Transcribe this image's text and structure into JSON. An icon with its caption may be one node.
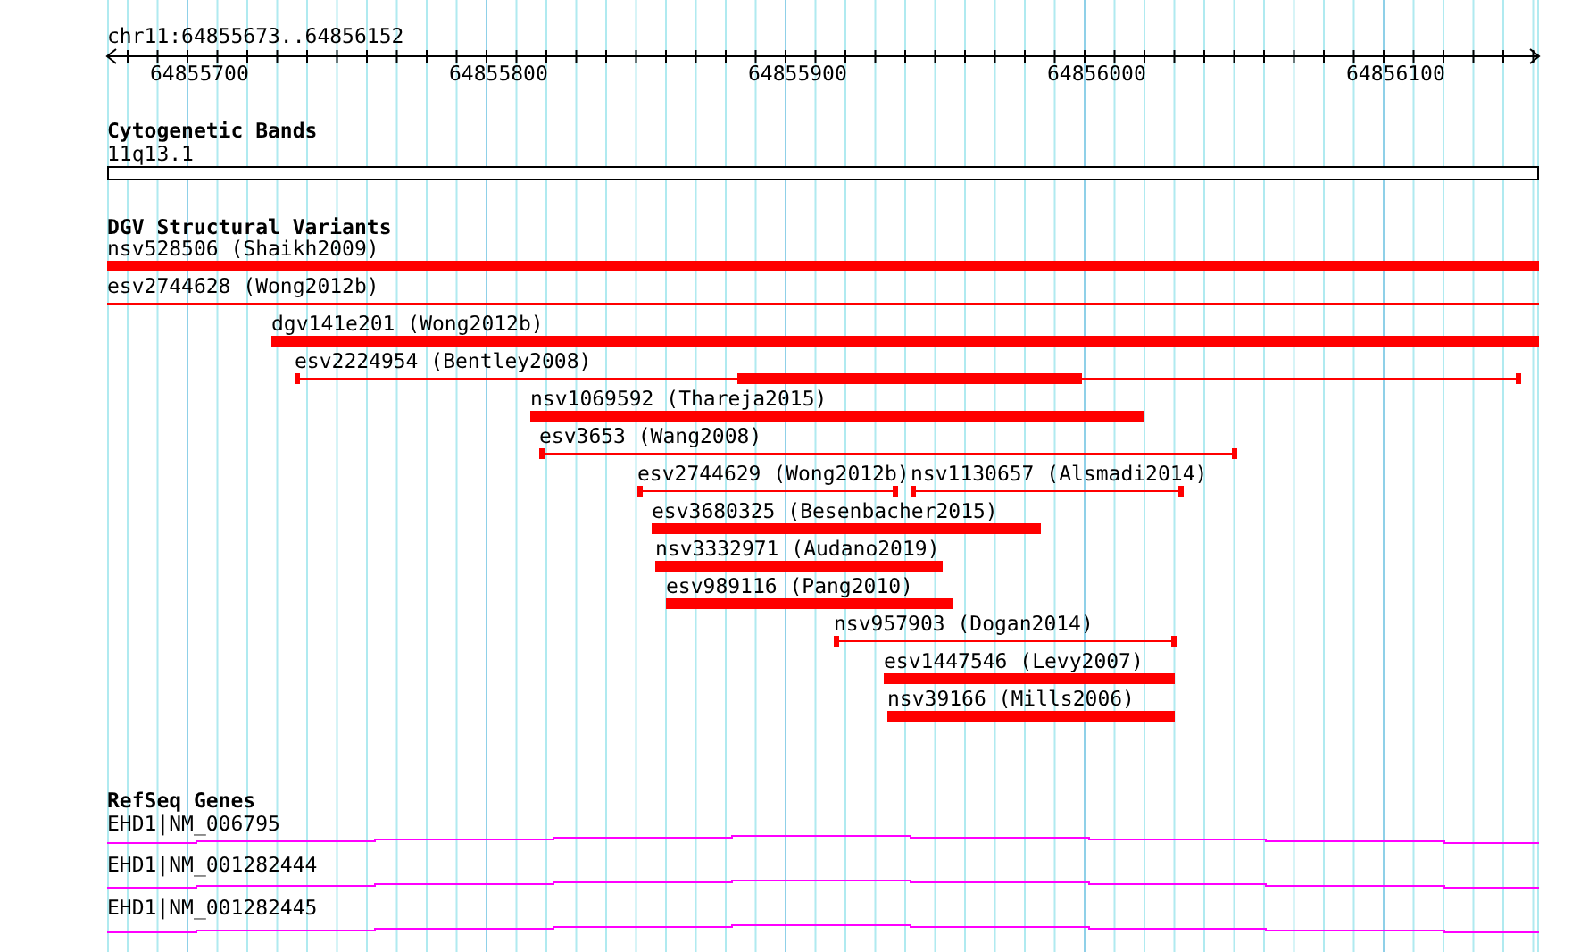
{
  "diagram": {
    "title": "chr11:64855673..64856152",
    "nodes": [
      {
        "text": [
          "Cytogenetic Bands"
        ]
      },
      {
        "text": [
          "11q13.1"
        ],
        "in": 0
      },
      {
        "text": [
          "DGV Structural Variants"
        ]
      },
      {
        "text": [
          "nsv528506 (Shaikh2009)"
        ],
        "in": 2
      },
      {
        "text": [
          "esv2744628 (Wong2012b)"
        ],
        "in": 2
      },
      {
        "text": [
          "dgv141e201 (Wong2012b)"
        ],
        "in": 2
      },
      {
        "text": [
          "esv2224954 (Bentley2008)"
        ],
        "in": 2
      },
      {
        "text": [
          "nsv1069592 (Thareja2015)"
        ],
        "in": 2
      },
      {
        "text": [
          "esv3653 (Wang2008)"
        ],
        "in": 2
      },
      {
        "text": [
          "esv2744629 (Wong2012b)"
        ],
        "in": 2
      },
      {
        "text": [
          "nsv1130657 (Alsmadi2014)"
        ],
        "in": 2
      },
      {
        "text": [
          "esv3680325 (Besenbacher2015)"
        ],
        "in": 2
      },
      {
        "text": [
          "nsv3332971 (Audano2019)"
        ],
        "in": 2
      },
      {
        "text": [
          "esv989116 (Pang2010)"
        ],
        "in": 2
      },
      {
        "text": [
          "nsv957903 (Dogan2014)"
        ],
        "in": 2
      },
      {
        "text": [
          "esv1447546 (Levy2007)"
        ],
        "in": 2
      },
      {
        "text": [
          "nsv39166 (Mills2006)"
        ],
        "in": 2
      },
      {
        "text": [
          "RefSeq Genes"
        ]
      },
      {
        "text": [
          "EHD1|NM_006795"
        ],
        "in": 17
      },
      {
        "text": [
          "EHD1|NM_001282444"
        ],
        "in": 17
      },
      {
        "text": [
          "EHD1|NM_001282445"
        ],
        "in": 17
      }
    ],
    "labels": [
      "64855700",
      "64855800",
      "64855900",
      "64856000",
      "64856100"
    ]
  }
}
